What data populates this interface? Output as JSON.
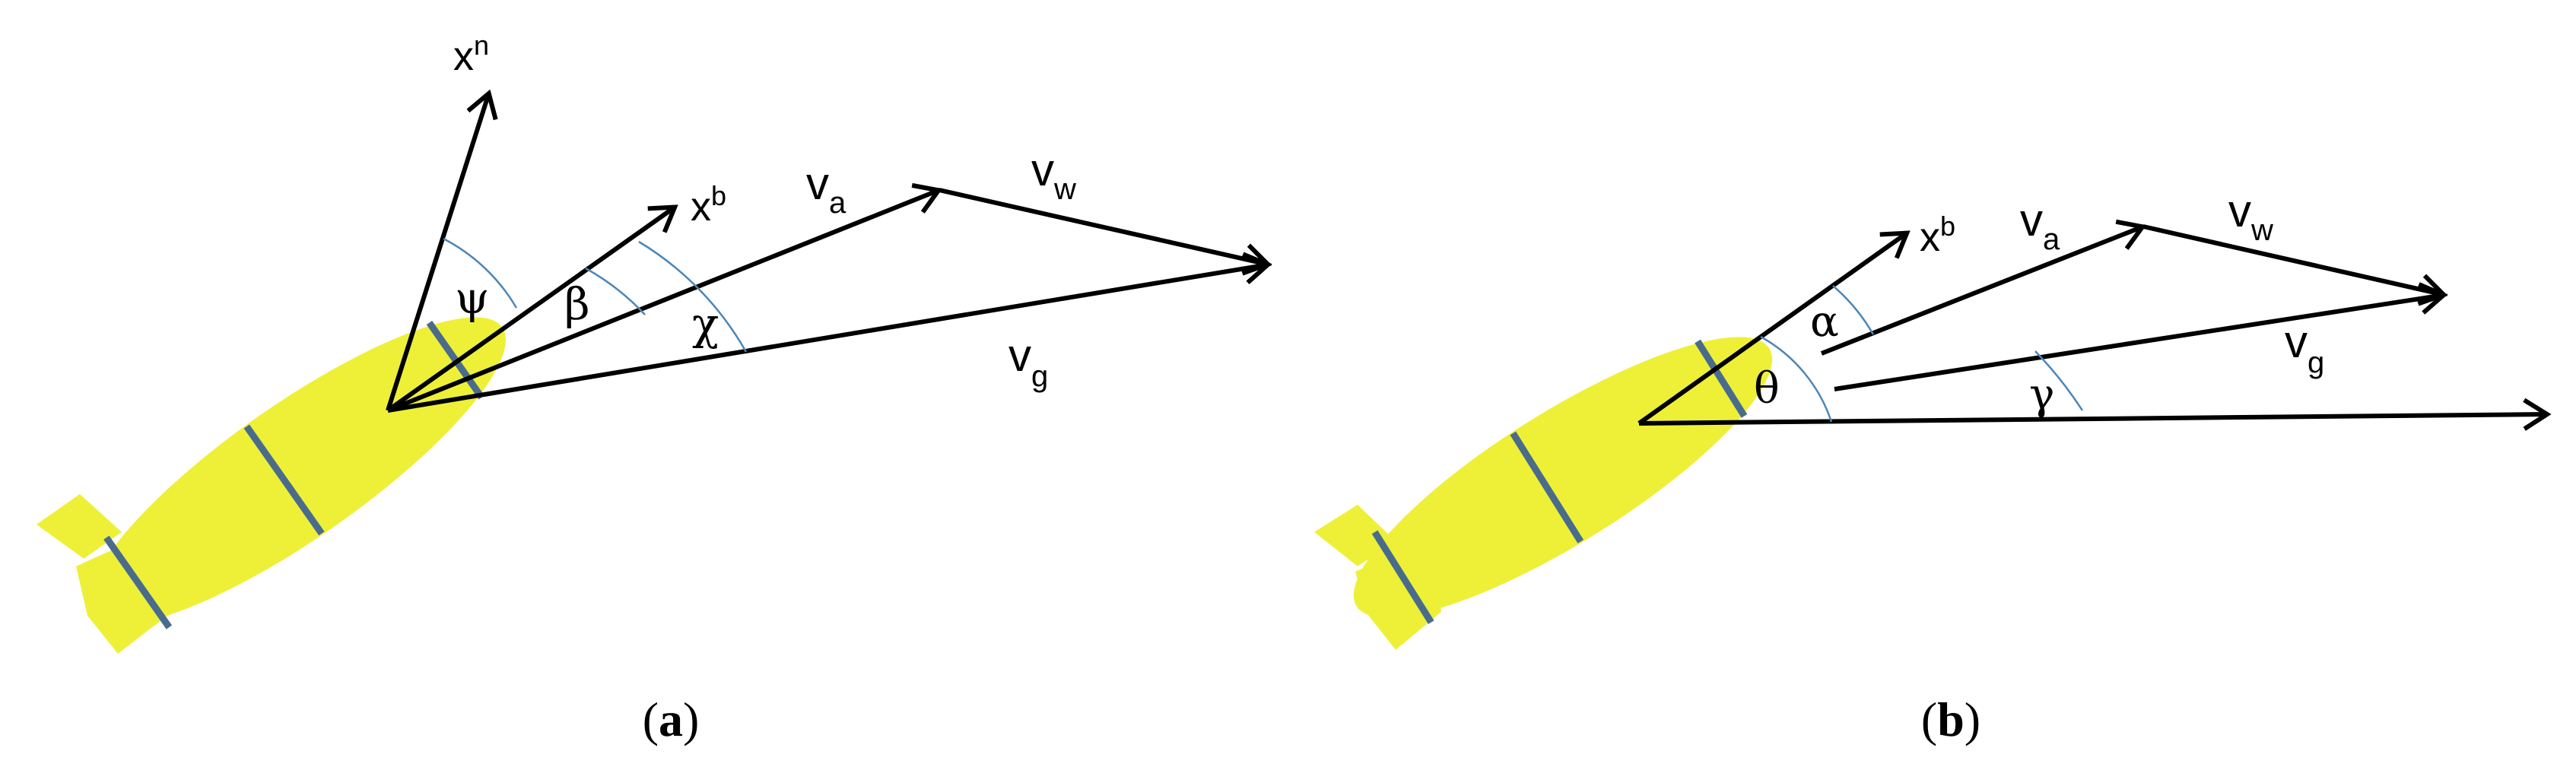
{
  "colors": {
    "body": "#eef037",
    "band": "#4a6c8c",
    "arc": "#4a86b8",
    "vector": "#000000"
  },
  "panel_a": {
    "labels": {
      "xn_base": "x",
      "xn_sup": "n",
      "xb_base": "x",
      "xb_sup": "b",
      "va_base": "v",
      "va_sub": "a",
      "vw_base": "v",
      "vw_sub": "w",
      "vg_base": "v",
      "vg_sub": "g",
      "psi": "ψ",
      "beta": "β",
      "chi": "χ"
    },
    "caption": {
      "open": "(",
      "letter": "a",
      "close": ")"
    }
  },
  "panel_b": {
    "labels": {
      "xb_base": "x",
      "xb_sup": "b",
      "va_base": "v",
      "va_sub": "a",
      "vw_base": "v",
      "vw_sub": "w",
      "vg_base": "v",
      "vg_sub": "g",
      "alpha": "α",
      "theta": "θ",
      "gamma": "γ"
    },
    "caption": {
      "open": "(",
      "letter": "b",
      "close": ")"
    }
  }
}
